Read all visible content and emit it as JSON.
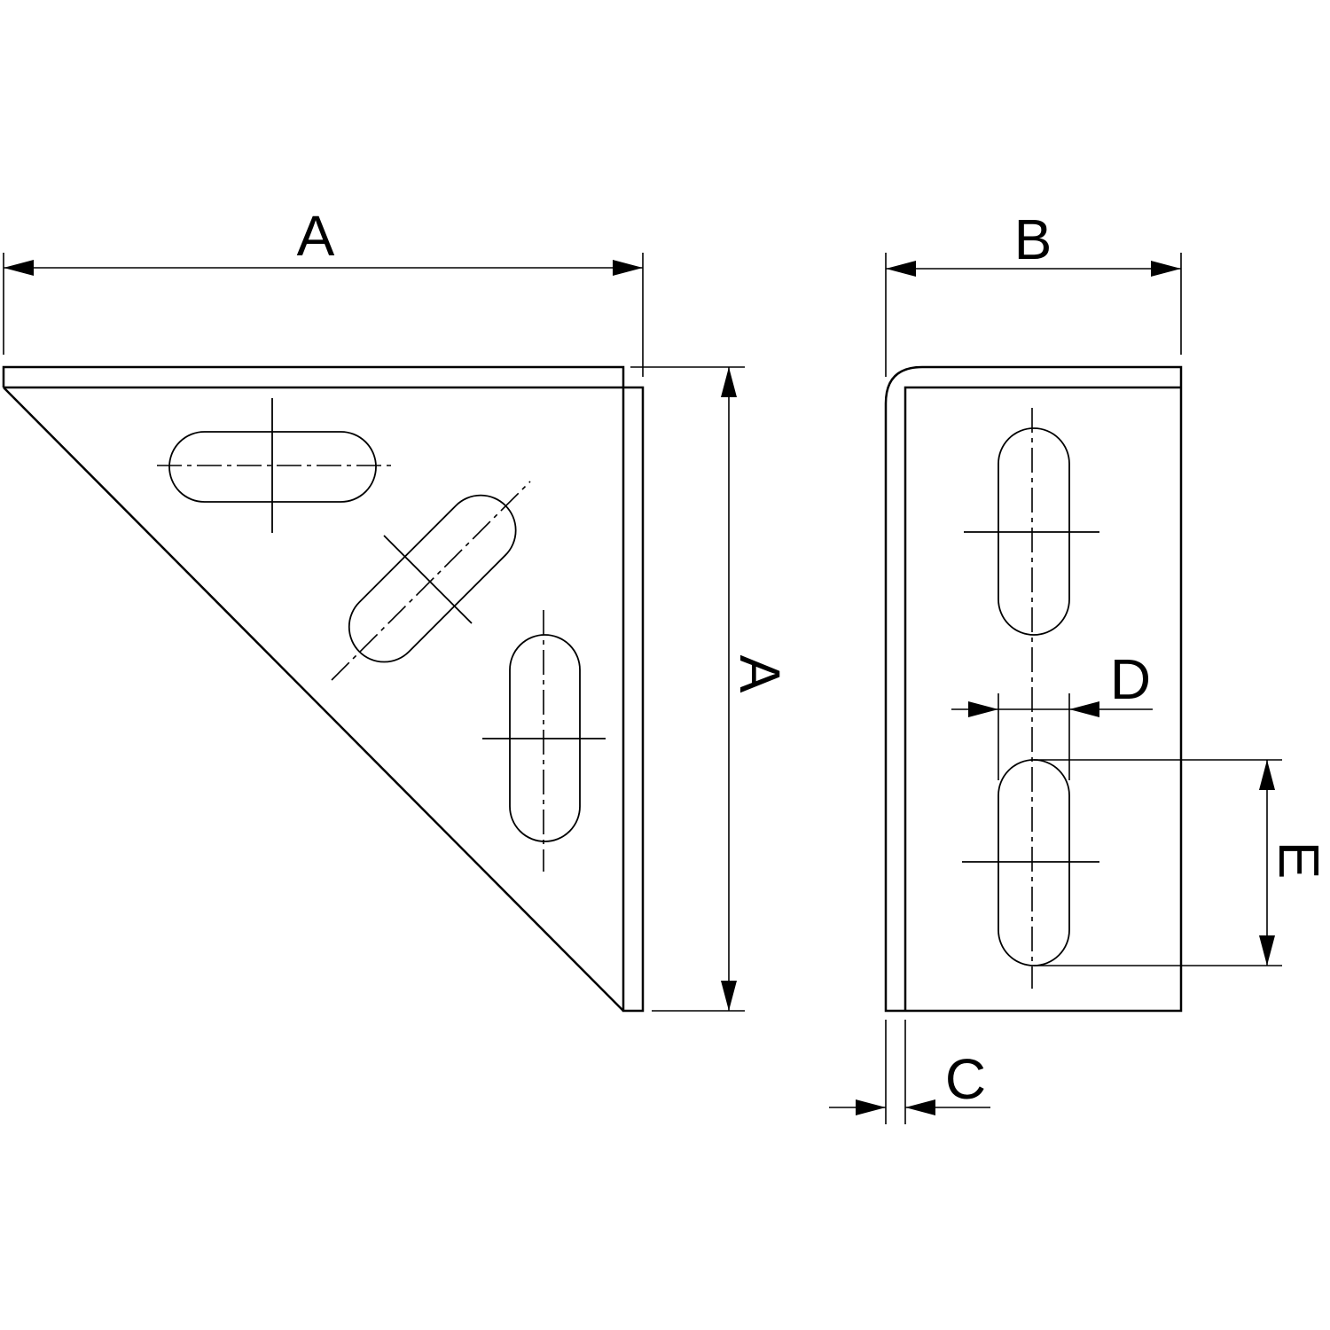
{
  "labels": {
    "a_top": "A",
    "a_right": "A",
    "b": "B",
    "c": "C",
    "d": "D",
    "e": "E"
  }
}
